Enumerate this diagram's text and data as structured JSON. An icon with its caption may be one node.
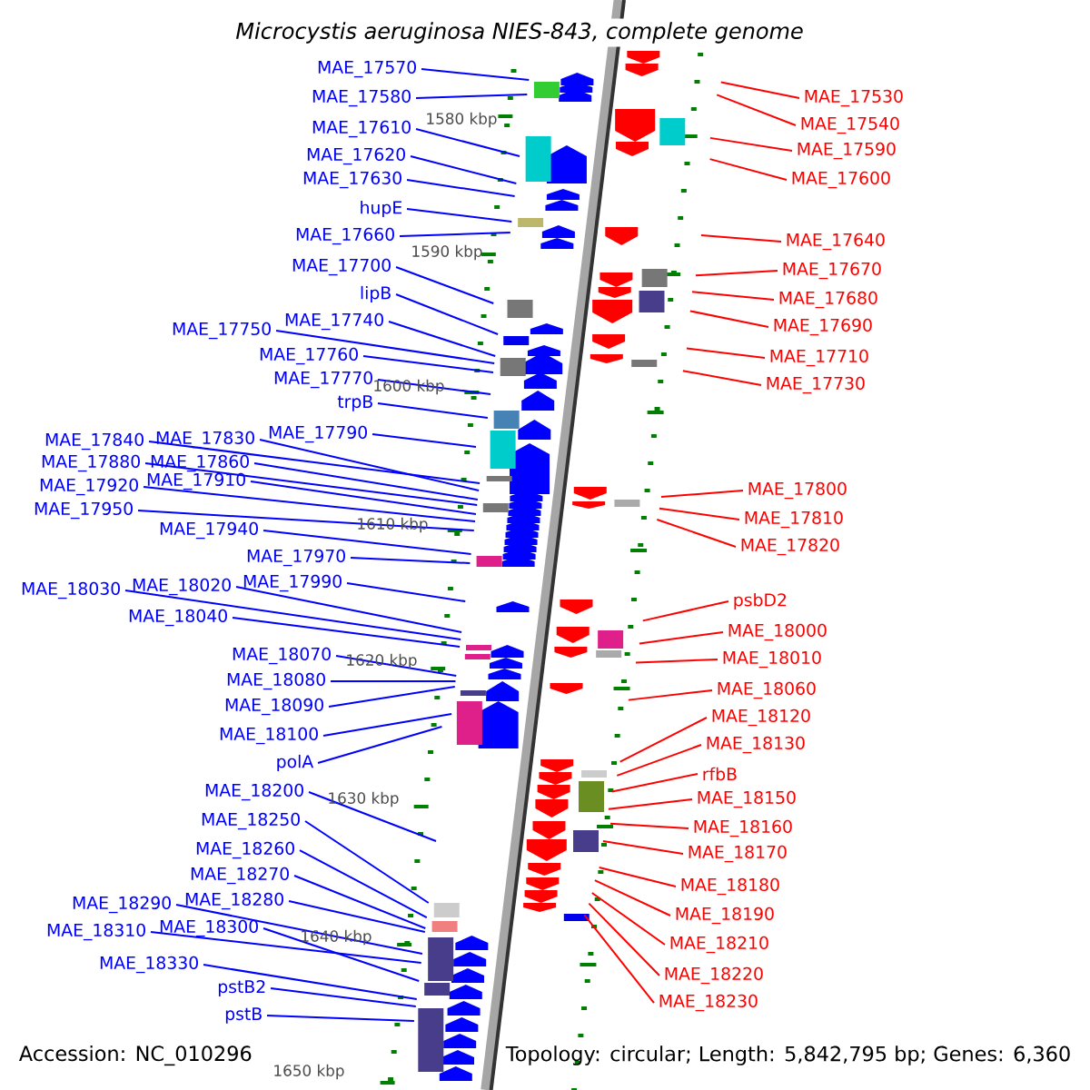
{
  "diagram": {
    "title": "Microcystis aeruginosa NIES-843, complete genome",
    "nodes": [
      {
        "text": [
          "MAE_17570"
        ]
      },
      {
        "text": [
          "MAE_17580"
        ]
      },
      {
        "text": [
          "MAE_17610"
        ]
      },
      {
        "text": [
          "MAE_17620"
        ]
      },
      {
        "text": [
          "MAE_17630"
        ]
      },
      {
        "text": [
          "hupE"
        ]
      },
      {
        "text": [
          "MAE_17660"
        ]
      },
      {
        "text": [
          "MAE_17700"
        ]
      },
      {
        "text": [
          "lipB"
        ]
      },
      {
        "text": [
          "MAE_17740"
        ]
      },
      {
        "text": [
          "MAE_17750"
        ]
      },
      {
        "text": [
          "MAE_17760"
        ]
      },
      {
        "text": [
          "MAE_17770"
        ]
      },
      {
        "text": [
          "trpB"
        ]
      },
      {
        "text": [
          "MAE_17790"
        ]
      },
      {
        "text": [
          "MAE_17840"
        ]
      },
      {
        "text": [
          "MAE_17830"
        ]
      },
      {
        "text": [
          "MAE_17860"
        ]
      },
      {
        "text": [
          "MAE_17880"
        ]
      },
      {
        "text": [
          "MAE_17910"
        ]
      },
      {
        "text": [
          "MAE_17920"
        ]
      },
      {
        "text": [
          "MAE_17950"
        ]
      },
      {
        "text": [
          "MAE_17940"
        ]
      },
      {
        "text": [
          "MAE_17970"
        ]
      },
      {
        "text": [
          "MAE_17990"
        ]
      },
      {
        "text": [
          "MAE_18030"
        ]
      },
      {
        "text": [
          "MAE_18020"
        ]
      },
      {
        "text": [
          "MAE_18040"
        ]
      },
      {
        "text": [
          "MAE_18070"
        ]
      },
      {
        "text": [
          "MAE_18080"
        ]
      },
      {
        "text": [
          "MAE_18090"
        ]
      },
      {
        "text": [
          "MAE_18100"
        ]
      },
      {
        "text": [
          "polA"
        ]
      },
      {
        "text": [
          "MAE_18200"
        ]
      },
      {
        "text": [
          "MAE_18250"
        ]
      },
      {
        "text": [
          "MAE_18260"
        ]
      },
      {
        "text": [
          "MAE_18270"
        ]
      },
      {
        "text": [
          "MAE_18280"
        ]
      },
      {
        "text": [
          "MAE_18290"
        ]
      },
      {
        "text": [
          "MAE_18310"
        ]
      },
      {
        "text": [
          "MAE_18300"
        ]
      },
      {
        "text": [
          "MAE_18330"
        ]
      },
      {
        "text": [
          "pstB2"
        ]
      },
      {
        "text": [
          "pstB"
        ]
      },
      {
        "text": [
          "MAE_17530"
        ]
      },
      {
        "text": [
          "MAE_17540"
        ]
      },
      {
        "text": [
          "MAE_17590"
        ]
      },
      {
        "text": [
          "MAE_17600"
        ]
      },
      {
        "text": [
          "MAE_17640"
        ]
      },
      {
        "text": [
          "MAE_17670"
        ]
      },
      {
        "text": [
          "MAE_17680"
        ]
      },
      {
        "text": [
          "MAE_17690"
        ]
      },
      {
        "text": [
          "MAE_17710"
        ]
      },
      {
        "text": [
          "MAE_17730"
        ]
      },
      {
        "text": [
          "MAE_17800"
        ]
      },
      {
        "text": [
          "MAE_17810"
        ]
      },
      {
        "text": [
          "MAE_17820"
        ]
      },
      {
        "text": [
          "psbD2"
        ]
      },
      {
        "text": [
          "MAE_18000"
        ]
      },
      {
        "text": [
          "MAE_18010"
        ]
      },
      {
        "text": [
          "MAE_18060"
        ]
      },
      {
        "text": [
          "MAE_18120"
        ]
      },
      {
        "text": [
          "MAE_18130"
        ]
      },
      {
        "text": [
          "rfbB"
        ]
      },
      {
        "text": [
          "MAE_18150"
        ]
      },
      {
        "text": [
          "MAE_18160"
        ]
      },
      {
        "text": [
          "MAE_18170"
        ]
      },
      {
        "text": [
          "MAE_18180"
        ]
      },
      {
        "text": [
          "MAE_18190"
        ]
      },
      {
        "text": [
          "MAE_18210"
        ]
      },
      {
        "text": [
          "MAE_18220"
        ]
      },
      {
        "text": [
          "MAE_18230"
        ]
      }
    ],
    "edges": [
      {
        "from": 0,
        "to": null,
        "arrow": "none"
      },
      {
        "from": 1,
        "to": null,
        "arrow": "none"
      },
      {
        "from": 2,
        "to": null,
        "arrow": "none"
      },
      {
        "from": 3,
        "to": null,
        "arrow": "none"
      },
      {
        "from": 4,
        "to": null,
        "arrow": "none"
      },
      {
        "from": 5,
        "to": null,
        "arrow": "none"
      },
      {
        "from": 6,
        "to": null,
        "arrow": "none"
      },
      {
        "from": 7,
        "to": null,
        "arrow": "none"
      },
      {
        "from": 8,
        "to": null,
        "arrow": "none"
      },
      {
        "from": 9,
        "to": null,
        "arrow": "none"
      },
      {
        "from": 10,
        "to": null,
        "arrow": "none"
      },
      {
        "from": 11,
        "to": null,
        "arrow": "none"
      },
      {
        "from": 12,
        "to": null,
        "arrow": "none"
      },
      {
        "from": 13,
        "to": null,
        "arrow": "none"
      },
      {
        "from": 14,
        "to": null,
        "arrow": "none"
      },
      {
        "from": 15,
        "to": null,
        "arrow": "none"
      },
      {
        "from": 16,
        "to": null,
        "arrow": "none"
      },
      {
        "from": 17,
        "to": null,
        "arrow": "none"
      },
      {
        "from": 18,
        "to": null,
        "arrow": "none"
      },
      {
        "from": 19,
        "to": null,
        "arrow": "none"
      },
      {
        "from": 20,
        "to": null,
        "arrow": "none"
      },
      {
        "from": 21,
        "to": null,
        "arrow": "none"
      },
      {
        "from": 22,
        "to": null,
        "arrow": "none"
      },
      {
        "from": 23,
        "to": null,
        "arrow": "none"
      },
      {
        "from": 24,
        "to": null,
        "arrow": "none"
      },
      {
        "from": 25,
        "to": null,
        "arrow": "none"
      },
      {
        "from": 26,
        "to": null,
        "arrow": "none"
      },
      {
        "from": 27,
        "to": null,
        "arrow": "none"
      },
      {
        "from": 28,
        "to": null,
        "arrow": "none"
      },
      {
        "from": 29,
        "to": null,
        "arrow": "none"
      },
      {
        "from": 30,
        "to": null,
        "arrow": "none"
      },
      {
        "from": 31,
        "to": null,
        "arrow": "none"
      },
      {
        "from": 32,
        "to": null,
        "arrow": "none"
      },
      {
        "from": 33,
        "to": null,
        "arrow": "none"
      },
      {
        "from": 34,
        "to": null,
        "arrow": "none"
      },
      {
        "from": 35,
        "to": null,
        "arrow": "none"
      },
      {
        "from": 36,
        "to": null,
        "arrow": "none"
      },
      {
        "from": 37,
        "to": null,
        "arrow": "none"
      },
      {
        "from": 38,
        "to": null,
        "arrow": "none"
      },
      {
        "from": 39,
        "to": null,
        "arrow": "none"
      },
      {
        "from": 40,
        "to": null,
        "arrow": "none"
      },
      {
        "from": 41,
        "to": null,
        "arrow": "none"
      },
      {
        "from": 42,
        "to": null,
        "arrow": "none"
      },
      {
        "from": 43,
        "to": null,
        "arrow": "none"
      },
      {
        "from": 44,
        "to": null,
        "arrow": "none",
        "color": "#ff0000"
      },
      {
        "from": 45,
        "to": null,
        "arrow": "none",
        "color": "#ff0000"
      },
      {
        "from": 46,
        "to": null,
        "arrow": "none",
        "color": "#ff0000"
      },
      {
        "from": 47,
        "to": null,
        "arrow": "none",
        "color": "#ff0000"
      },
      {
        "from": 48,
        "to": null,
        "arrow": "none",
        "color": "#ff0000"
      },
      {
        "from": 49,
        "to": null,
        "arrow": "none",
        "color": "#ff0000"
      },
      {
        "from": 50,
        "to": null,
        "arrow": "none",
        "color": "#ff0000"
      },
      {
        "from": 51,
        "to": null,
        "arrow": "none",
        "color": "#ff0000"
      },
      {
        "from": 52,
        "to": null,
        "arrow": "none",
        "color": "#ff0000"
      },
      {
        "from": 53,
        "to": null,
        "arrow": "none",
        "color": "#ff0000"
      },
      {
        "from": 54,
        "to": null,
        "arrow": "none",
        "color": "#ff0000"
      },
      {
        "from": 55,
        "to": null,
        "arrow": "none",
        "color": "#ff0000"
      },
      {
        "from": 56,
        "to": null,
        "arrow": "none",
        "color": "#ff0000"
      },
      {
        "from": 57,
        "to": null,
        "arrow": "none",
        "color": "#ff0000"
      },
      {
        "from": 58,
        "to": null,
        "arrow": "none",
        "color": "#ff0000"
      },
      {
        "from": 59,
        "to": null,
        "arrow": "none",
        "color": "#ff0000"
      },
      {
        "from": 60,
        "to": null,
        "arrow": "none",
        "color": "#ff0000"
      },
      {
        "from": 61,
        "to": null,
        "arrow": "none",
        "color": "#ff0000"
      },
      {
        "from": 62,
        "to": null,
        "arrow": "none",
        "color": "#ff0000"
      },
      {
        "from": 63,
        "to": null,
        "arrow": "none",
        "color": "#ff0000"
      },
      {
        "from": 64,
        "to": null,
        "arrow": "none",
        "color": "#ff0000"
      },
      {
        "from": 65,
        "to": null,
        "arrow": "none",
        "color": "#ff0000"
      },
      {
        "from": 66,
        "to": null,
        "arrow": "none",
        "color": "#ff0000"
      },
      {
        "from": 67,
        "to": null,
        "arrow": "none",
        "color": "#ff0000"
      },
      {
        "from": 68,
        "to": null,
        "arrow": "none",
        "color": "#ff0000"
      },
      {
        "from": 69,
        "to": null,
        "arrow": "none",
        "color": "#ff0000"
      },
      {
        "from": 70,
        "to": null,
        "arrow": "none",
        "color": "#ff0000"
      },
      {
        "from": 71,
        "to": null,
        "arrow": "none",
        "color": "#ff0000"
      }
    ],
    "labels": [
      "1580 kbp",
      "1590 kbp",
      "1600 kbp",
      "1610 kbp",
      "1620 kbp",
      "1630 kbp",
      "1640 kbp",
      "Accession: NC_010296",
      "Topology: circular; Length: 5,842,795 bp; Genes: 6,360",
      "1650 kbp"
    ]
  }
}
